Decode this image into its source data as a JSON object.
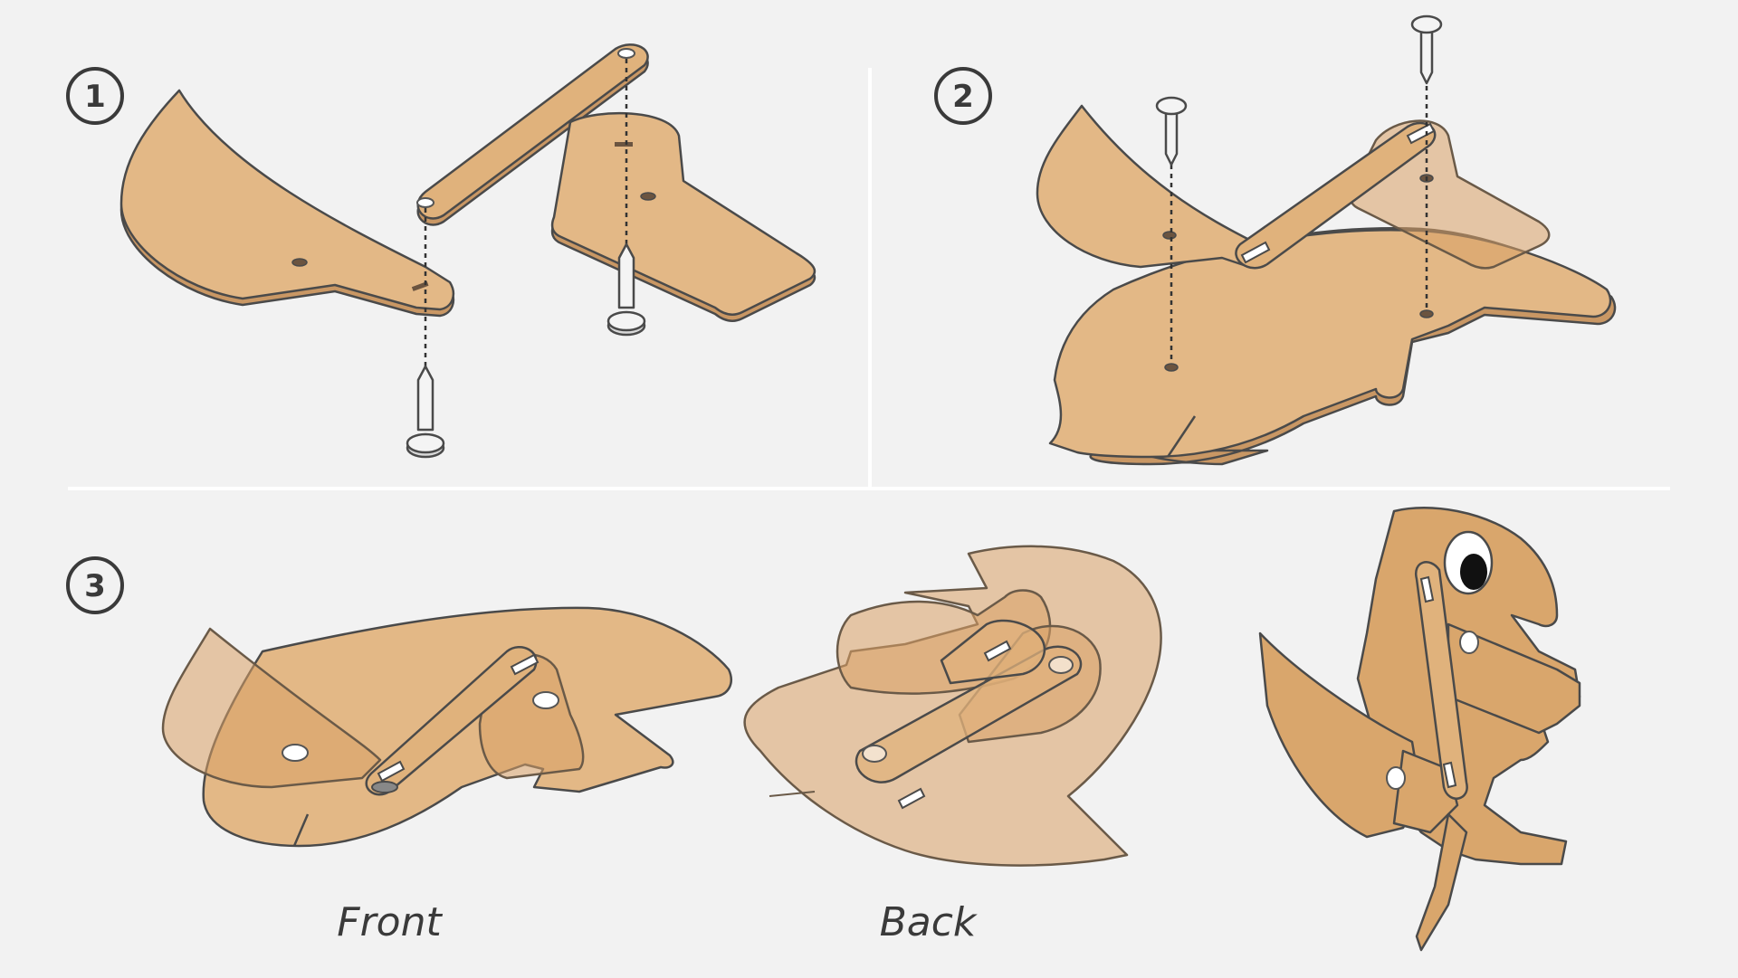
{
  "steps": [
    {
      "number": "1"
    },
    {
      "number": "2"
    },
    {
      "number": "3"
    }
  ],
  "captions": {
    "front": "Front",
    "back": "Back"
  },
  "colors": {
    "background": "#f2f2f2",
    "cardboard": "#e3b886",
    "cardboard_edge": "#c99764",
    "outline": "#4a4a4a",
    "nail": "#f4f4f4"
  }
}
